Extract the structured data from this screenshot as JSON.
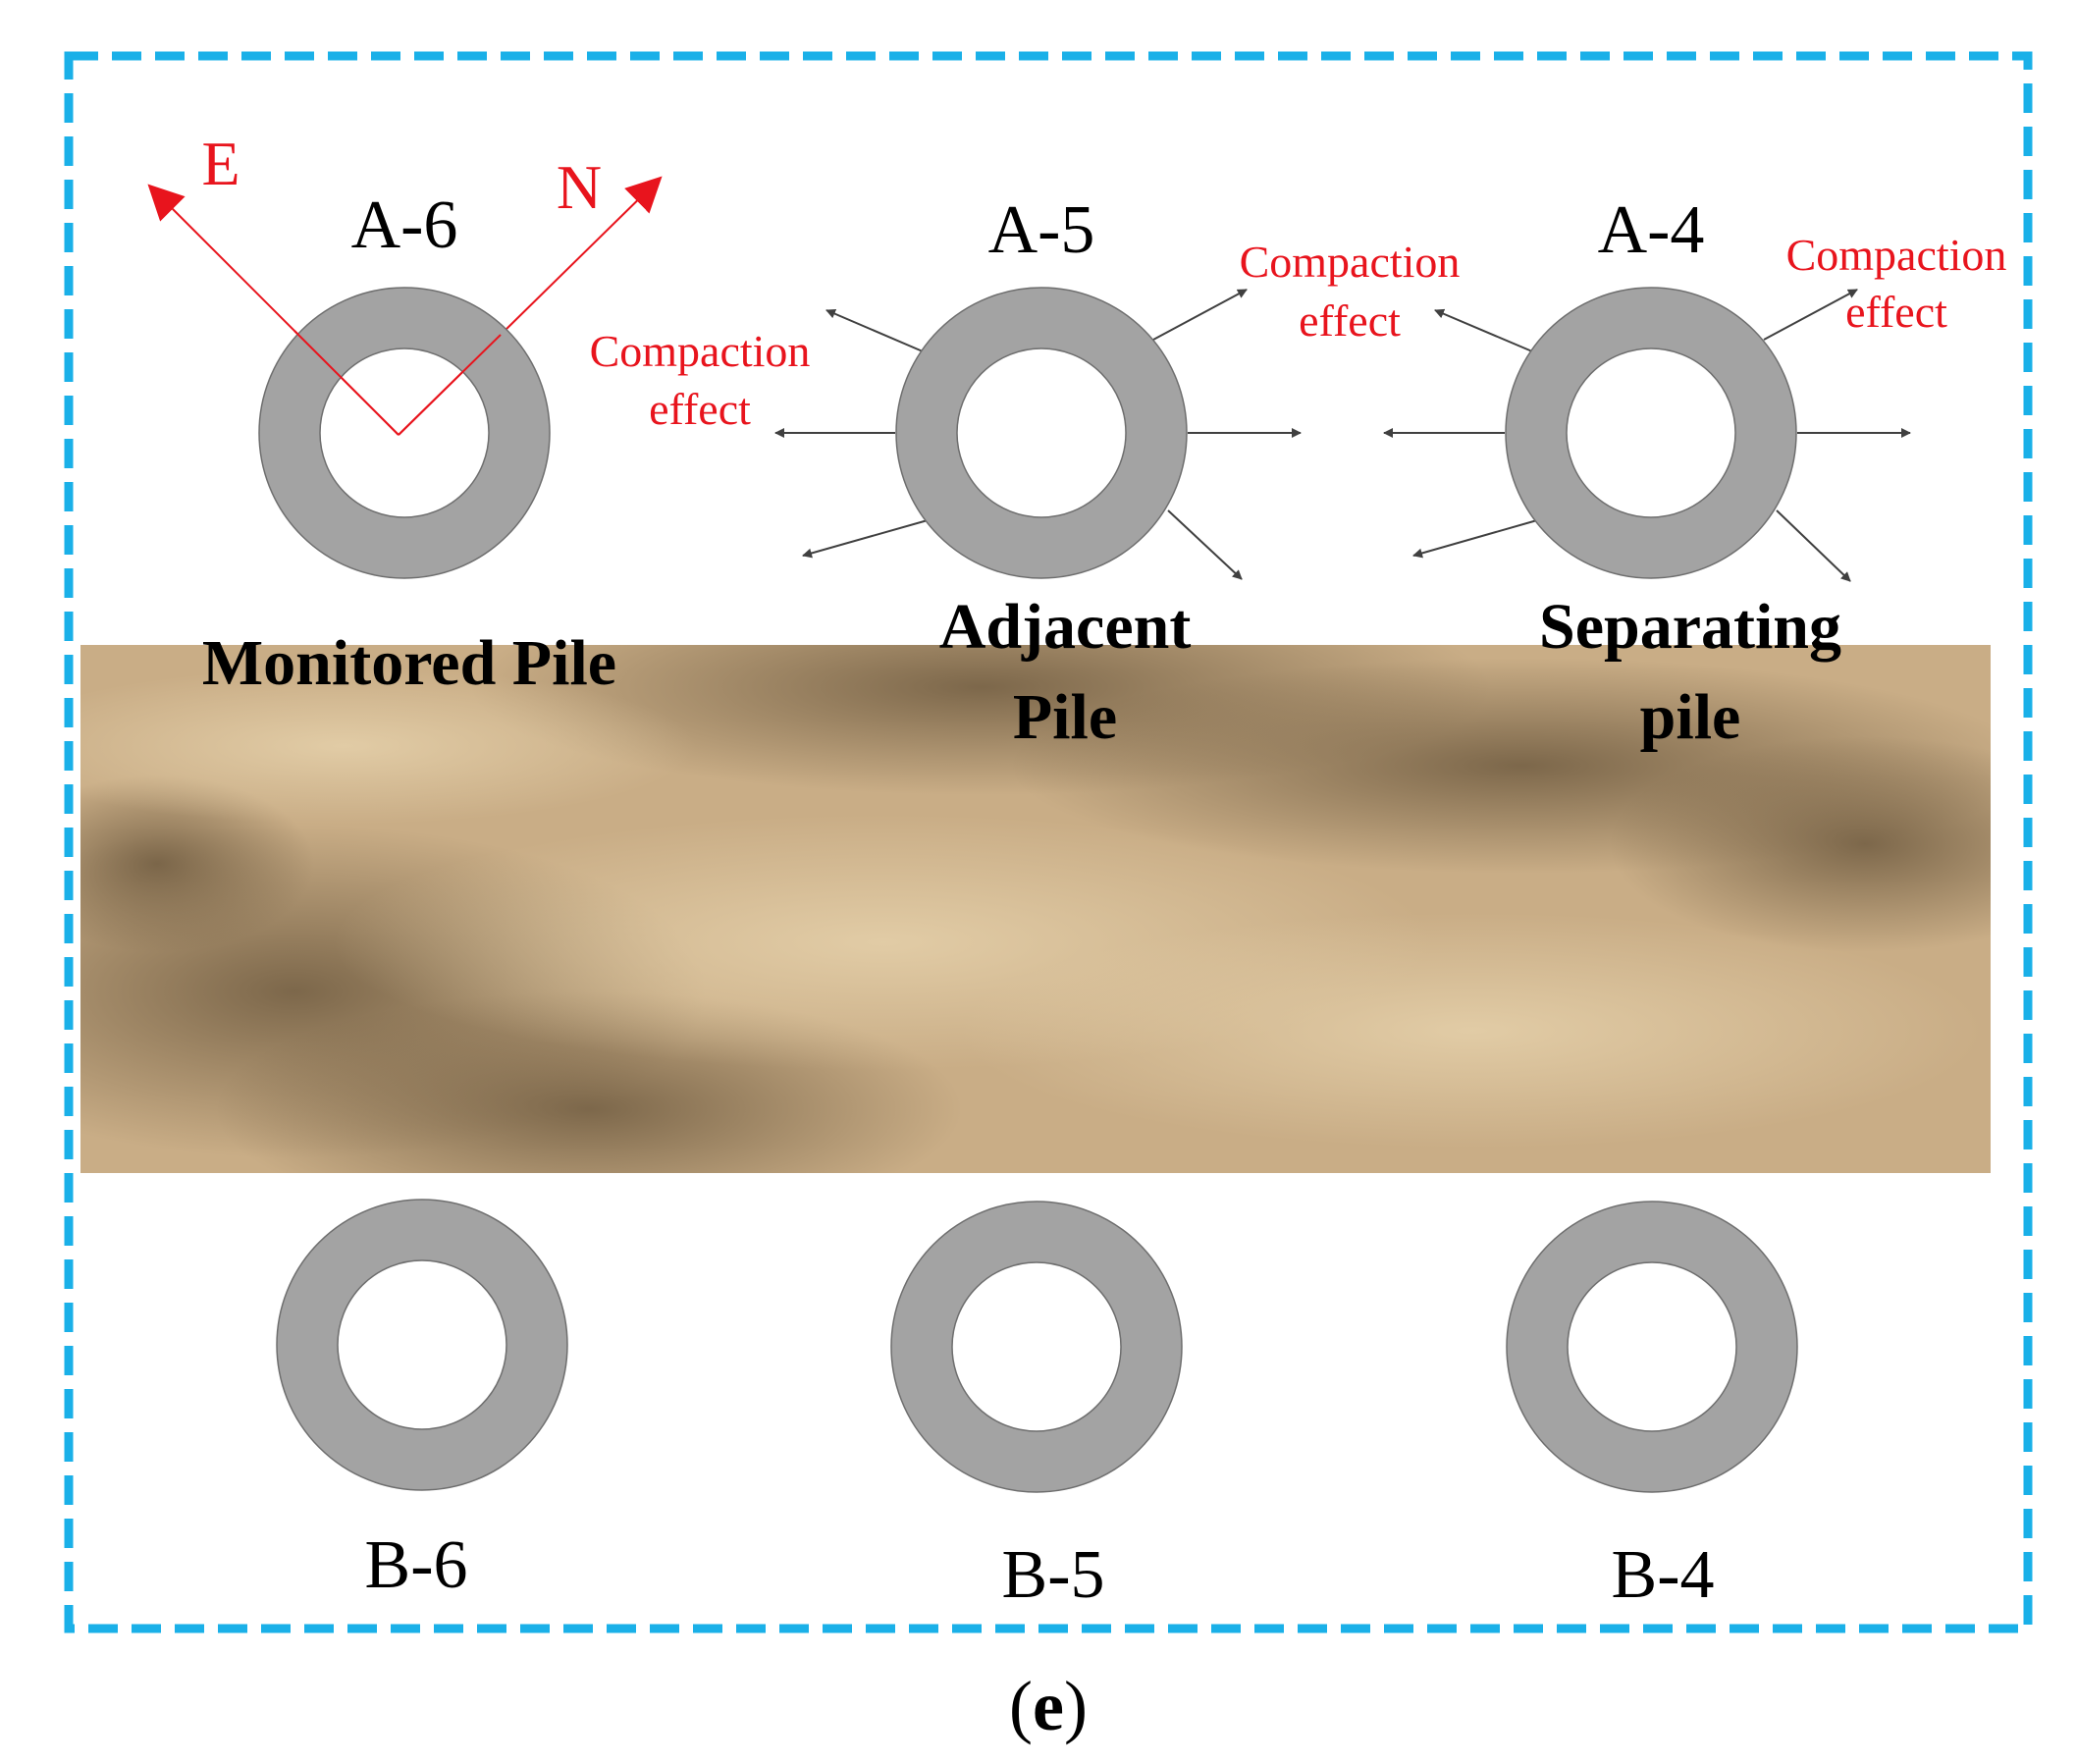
{
  "figure": {
    "caption_open": "(",
    "caption_letter": "e",
    "caption_close": ")"
  },
  "colors": {
    "frame": "#1ab0e8",
    "pile_ring": "#a3a3a3",
    "annotation": "#e8141d",
    "arrow": "#404040",
    "ground": "#c9ad86"
  },
  "compass": {
    "east_label": "E",
    "north_label": "N"
  },
  "piles": {
    "a6": {
      "label": "A-6",
      "role": "Monitored Pile"
    },
    "a5": {
      "label": "A-5",
      "role_line1": "Adjacent",
      "role_line2": "Pile"
    },
    "a4": {
      "label": "A-4",
      "role_line1": "Separating",
      "role_line2": "pile"
    },
    "b6": {
      "label": "B-6"
    },
    "b5": {
      "label": "B-5"
    },
    "b4": {
      "label": "B-4"
    }
  },
  "annotations": {
    "compaction_line1": "Compaction",
    "compaction_line2": "effect"
  },
  "photo": {
    "icon": "ground-photo-soil"
  }
}
